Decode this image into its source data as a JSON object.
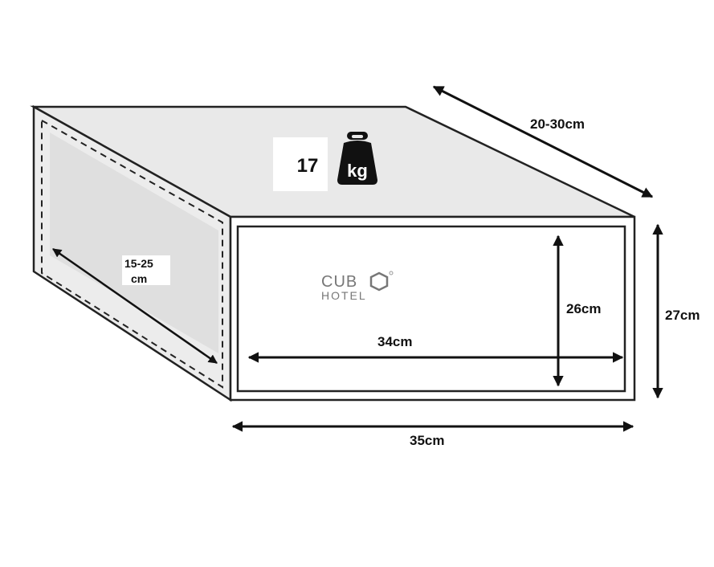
{
  "weight": {
    "value": "17",
    "unit": "kg"
  },
  "logo": {
    "line1": "CUB",
    "line2": "HOTEL"
  },
  "dimensions": {
    "depth_outer": "20-30cm",
    "depth_inner_line1": "15-25",
    "depth_inner_line2": "cm",
    "height_inner": "26cm",
    "height_outer": "27cm",
    "width_inner": "34cm",
    "width_outer": "35cm"
  },
  "colors": {
    "face": "#e8e8e8",
    "inner_panel": "#dedede",
    "line": "#222222"
  }
}
